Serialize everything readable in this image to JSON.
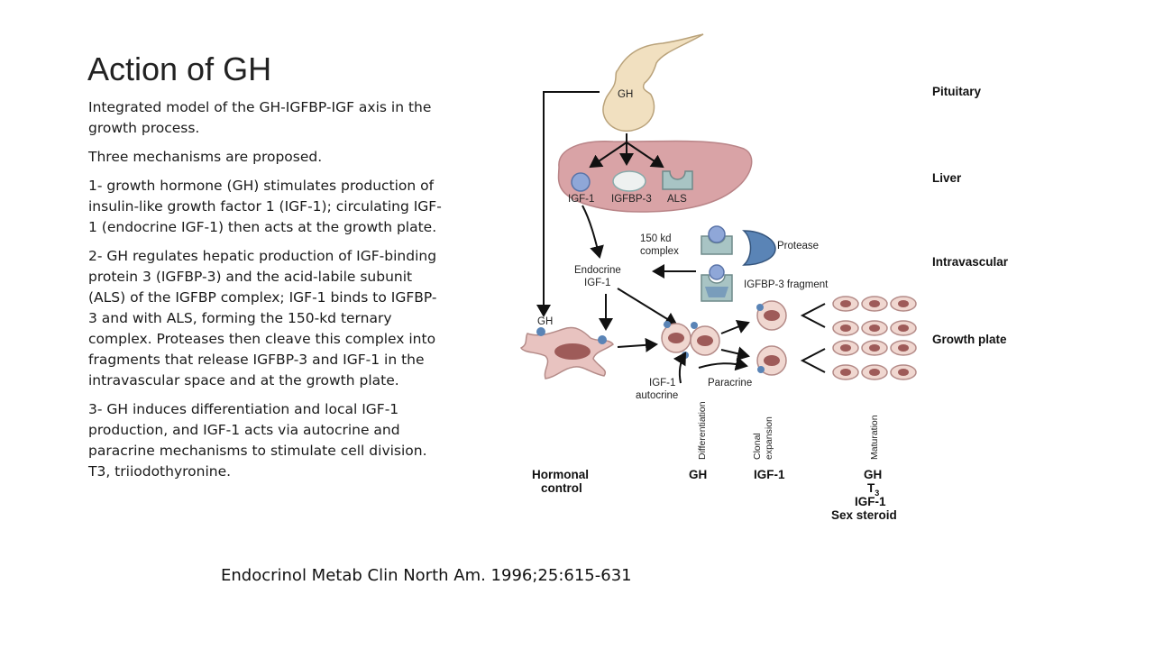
{
  "slide": {
    "title": "Action of GH",
    "paragraphs": [
      "Integrated model of the GH-IGFBP-IGF  axis in the growth process.",
      " Three mechanisms are proposed.",
      " 1- growth hormone (GH) stimulates production of insulin-like growth factor 1 (IGF-1); circulating IGF-1 (endocrine IGF-1) then acts at the growth plate.",
      " 2- GH regulates hepatic production of IGF-binding protein 3 (IGFBP-3) and the acid-labile subunit (ALS) of the IGFBP complex; IGF-1 binds to IGFBP-3 and with ALS, forming the 150-kd ternary complex. Proteases then cleave this complex into fragments that release IGFBP-3 and IGF-1 in the intravascular space and at the growth plate.",
      "3- GH induces differentiation and local IGF-1 production, and IGF-1 acts via autocrine and paracrine mechanisms to stimulate cell division. T3, triiodothyronine."
    ],
    "citation": "Endocrinol Metab Clin North Am. 1996;25:615-631"
  },
  "diagram": {
    "regions": {
      "pituitary": "Pituitary",
      "liver": "Liver",
      "intravascular": "Intravascular",
      "growth_plate": "Growth plate"
    },
    "labels": {
      "gh_top": "GH",
      "igf1": "IGF-1",
      "igfbp3": "IGFBP-3",
      "als": "ALS",
      "complex_line1": "150 kd",
      "complex_line2": "complex",
      "protease": "Protease",
      "endocrine_line1": "Endocrine",
      "endocrine_line2": "IGF-1",
      "fragment": "IGFBP-3 fragment",
      "gh_left": "GH",
      "autocrine_line1": "IGF-1",
      "autocrine_line2": "autocrine",
      "paracrine": "Paracrine"
    },
    "stages": {
      "differentiation": "Differentiation",
      "clonal_line1": "Clonal",
      "clonal_line2": "expansion",
      "maturation": "Maturation"
    },
    "control": {
      "title_line1": "Hormonal",
      "title_line2": "control",
      "col1": "GH",
      "col2": "IGF-1",
      "col3": [
        "GH",
        "T",
        "3",
        "IGF-1",
        "Sex steroid"
      ]
    },
    "colors": {
      "liver": "#d9a3a6",
      "cell": "#e8c3c0",
      "nucleus": "#9e5b59",
      "molecule": "#8fa7d8",
      "protease": "#5a84b6",
      "als": "#a8c4c4"
    }
  }
}
